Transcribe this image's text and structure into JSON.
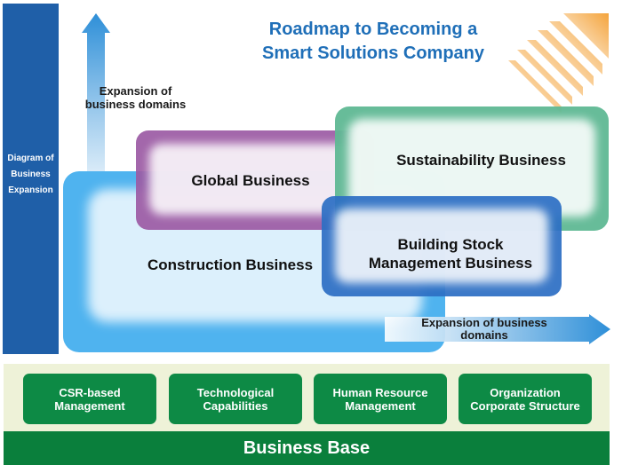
{
  "title": "Roadmap to Becoming a\nSmart Solutions Company",
  "left_label": "Diagram of\nBusiness\nExpansion",
  "vertical_arrow_label": "Expansion of\nbusiness domains",
  "horizontal_arrow_label": "Expansion of business\ndomains",
  "businesses": {
    "construction": "Construction Business",
    "global": "Global Business",
    "sustainability": "Sustainability Business",
    "building_stock": "Building Stock\nManagement Business"
  },
  "base": {
    "items": [
      "CSR-based\nManagement",
      "Technological\nCapabilities",
      "Human Resource\nManagement",
      "Organization\nCorporate Structure"
    ],
    "title": "Business Base"
  },
  "colors": {
    "left_bar": "#1f5fa8",
    "title": "#1f6fb8",
    "construction": "#4fb3ef",
    "global": "#9b5aa4",
    "sustainability": "#5fb894",
    "building_stock": "#2d6fc4",
    "base_green": "#0a7f3c",
    "stripes": "#f4a43c"
  }
}
